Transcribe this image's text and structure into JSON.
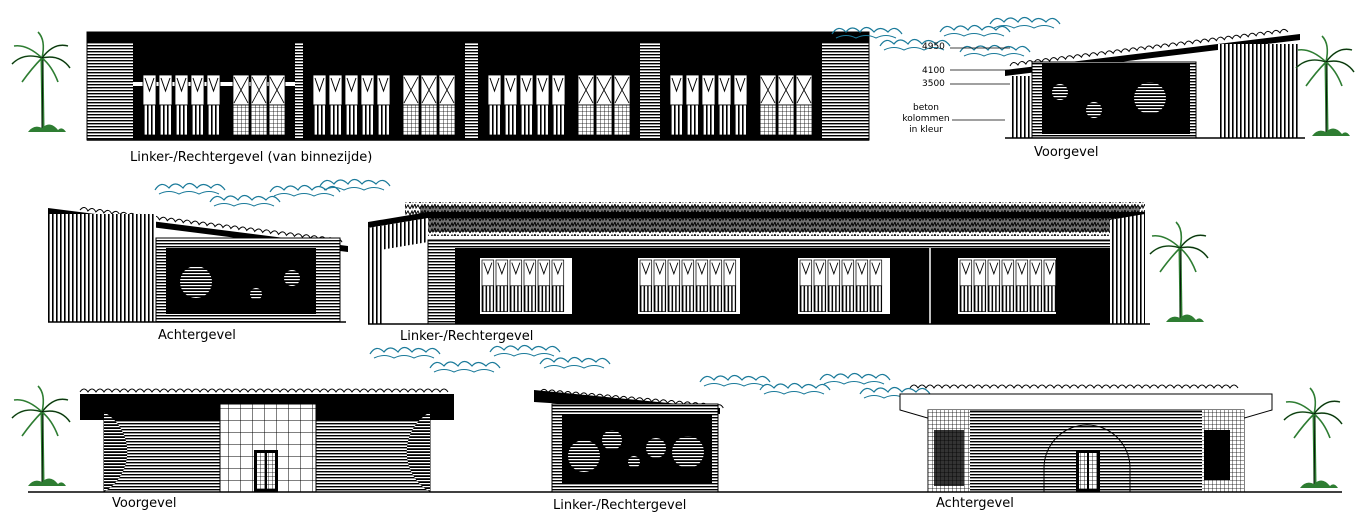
{
  "labels": {
    "top_left": "Linker-/Rechtergevel (van binnezijde)",
    "top_right": "Voorgevel",
    "mid_left": "Achtergevel",
    "mid_center": "Linker-/Rechtergevel",
    "bot_left": "Voorgevel",
    "bot_center": "Linker-/Rechtergevel",
    "bot_right": "Achtergevel"
  },
  "dimensions": {
    "d1": "4950",
    "d2": "4100",
    "d3": "3500"
  },
  "note": {
    "line1": "beton",
    "line2": "kolommen",
    "line3": "in kleur"
  },
  "colors": {
    "ink": "#000000",
    "cloud": "#1a7a9a",
    "palm": "#2e7d32",
    "paper": "#ffffff"
  }
}
